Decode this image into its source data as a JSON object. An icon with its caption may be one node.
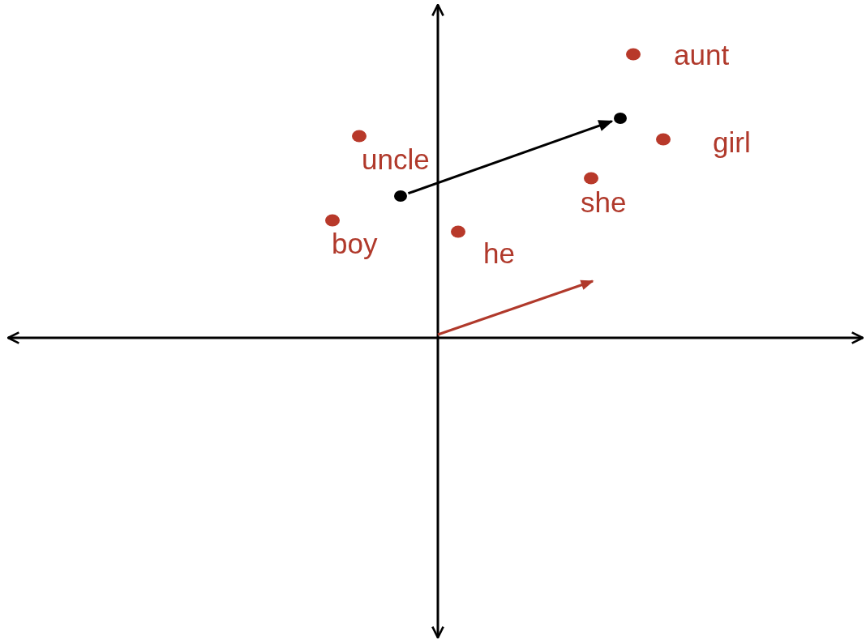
{
  "diagram": {
    "nodes": [
      {
        "text": [
          "aunt"
        ]
      },
      {
        "text": [
          "uncle"
        ]
      },
      {
        "text": [
          "girl"
        ]
      },
      {
        "text": [
          "she"
        ]
      },
      {
        "text": [
          "boy"
        ]
      },
      {
        "text": [
          "he"
        ]
      },
      {
        "text": [],
        "shape": "circle"
      },
      {
        "text": [],
        "shape": "circle"
      }
    ],
    "edges": [
      {
        "from": 6,
        "to": 7,
        "arrow": "to"
      }
    ]
  }
}
